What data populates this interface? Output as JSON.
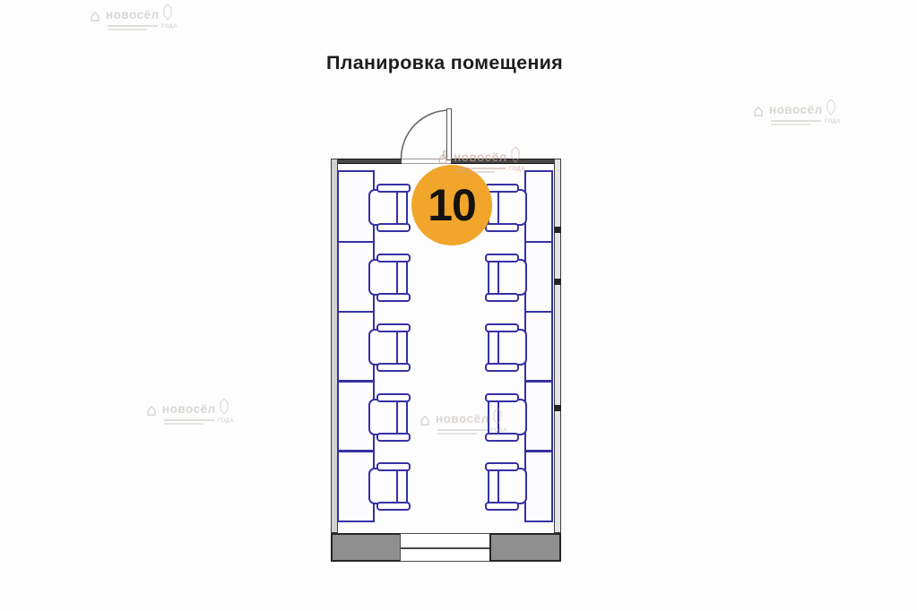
{
  "title": "Планировка помещения",
  "plan": {
    "workplaces_badge": "10",
    "badge_color": "#F1A62B",
    "furniture_color": "#3631A4",
    "wall_color": "#8F8F8F"
  },
  "watermark": {
    "brand": "новосёл",
    "years_label": "года",
    "house_glyph": "⌂"
  }
}
